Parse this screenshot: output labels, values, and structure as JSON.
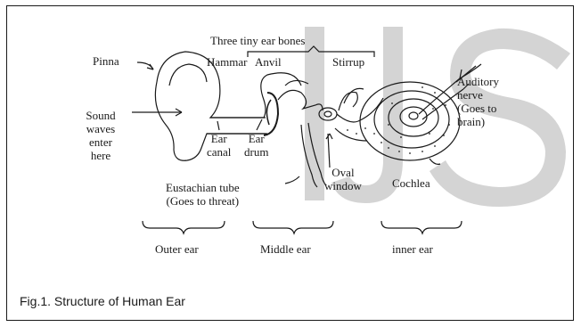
{
  "diagram": {
    "title": "Three tiny ear bones",
    "labels": {
      "pinna": "Pinna",
      "hammar": "Hammar",
      "anvil": "Anvil",
      "stirrup": "Stirrup",
      "sound_waves": [
        "Sound",
        "waves",
        "enter",
        "here"
      ],
      "ear_canal": [
        "Ear",
        "canal"
      ],
      "ear_drum": [
        "Ear",
        "drum"
      ],
      "oval_window": [
        "Oval",
        "window"
      ],
      "cochlea": "Cochlea",
      "auditory_nerve": [
        "Auditory",
        "nerve",
        "(Goes to",
        "brain)"
      ],
      "eustachian_tube": [
        "Eustachian tube",
        "(Goes to threat)"
      ],
      "outer_ear": "Outer ear",
      "middle_ear": "Middle ear",
      "inner_ear": "inner ear"
    },
    "watermark": "IJS"
  },
  "caption": "Fig.1. Structure of Human Ear"
}
